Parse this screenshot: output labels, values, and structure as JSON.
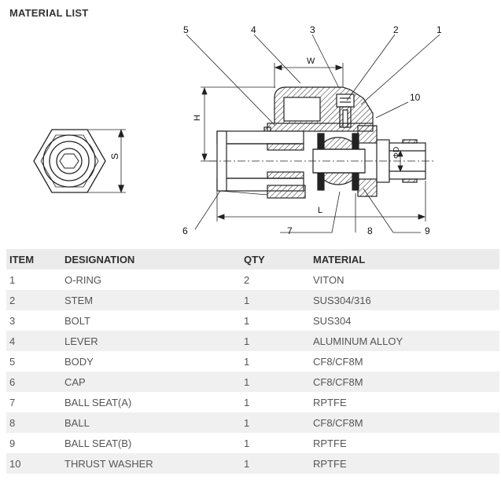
{
  "title": "MATERIAL LIST",
  "drawing": {
    "callouts": [
      "1",
      "2",
      "3",
      "4",
      "5",
      "6",
      "7",
      "8",
      "9",
      "10"
    ],
    "dimensions": {
      "width_top": "W",
      "height": "H",
      "length": "L",
      "diameter": "ΦD",
      "hex_across_flats": "S"
    }
  },
  "table": {
    "headers": [
      "ITEM",
      "DESIGNATION",
      "QTY",
      "MATERIAL"
    ],
    "rows": [
      [
        "1",
        "O-RING",
        "2",
        "VITON"
      ],
      [
        "2",
        "STEM",
        "1",
        "SUS304/316"
      ],
      [
        "3",
        "BOLT",
        "1",
        "SUS304"
      ],
      [
        "4",
        "LEVER",
        "1",
        "ALUMINUM ALLOY"
      ],
      [
        "5",
        "BODY",
        "1",
        "CF8/CF8M"
      ],
      [
        "6",
        "CAP",
        "1",
        "CF8/CF8M"
      ],
      [
        "7",
        "BALL SEAT(A)",
        "1",
        "RPTFE"
      ],
      [
        "8",
        "BALL",
        "1",
        "CF8/CF8M"
      ],
      [
        "9",
        "BALL SEAT(B)",
        "1",
        "RPTFE"
      ],
      [
        "10",
        "THRUST WASHER",
        "1",
        "RPTFE"
      ]
    ]
  }
}
